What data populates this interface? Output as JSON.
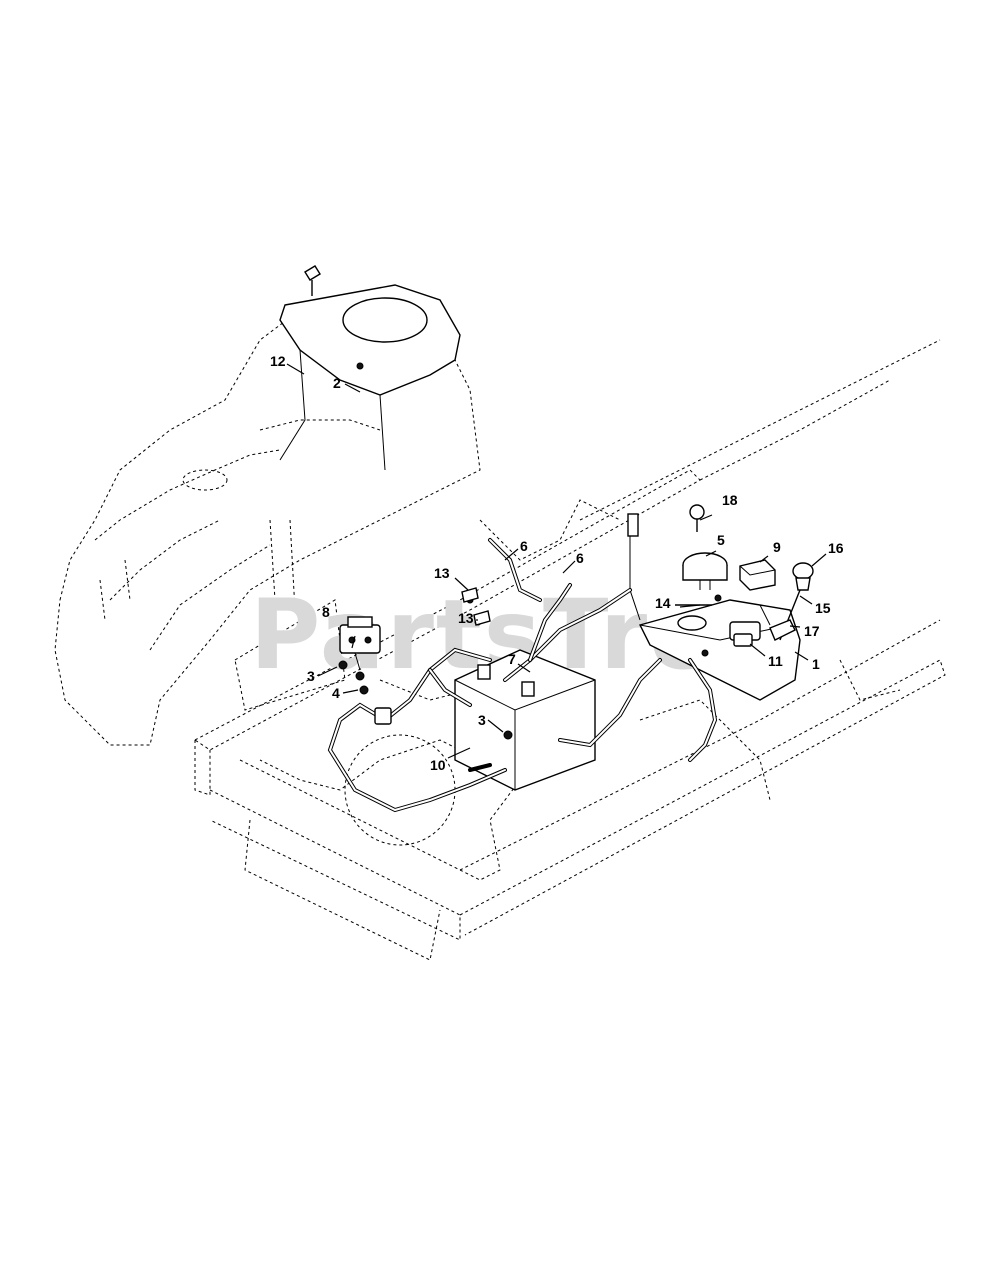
{
  "watermark": "PartsTree",
  "callouts": [
    {
      "id": "c12",
      "label": "12"
    },
    {
      "id": "c2",
      "label": "2"
    },
    {
      "id": "c18",
      "label": "18"
    },
    {
      "id": "c5",
      "label": "5"
    },
    {
      "id": "c9",
      "label": "9"
    },
    {
      "id": "c16",
      "label": "16"
    },
    {
      "id": "c6a",
      "label": "6"
    },
    {
      "id": "c6b",
      "label": "6"
    },
    {
      "id": "c13a",
      "label": "13"
    },
    {
      "id": "c13b",
      "label": "13"
    },
    {
      "id": "c14",
      "label": "14"
    },
    {
      "id": "c15",
      "label": "15"
    },
    {
      "id": "c17",
      "label": "17"
    },
    {
      "id": "c8",
      "label": "8"
    },
    {
      "id": "c7",
      "label": "7"
    },
    {
      "id": "c11",
      "label": "11"
    },
    {
      "id": "c1",
      "label": "1"
    },
    {
      "id": "c3a",
      "label": "3"
    },
    {
      "id": "c4",
      "label": "4"
    },
    {
      "id": "c3b",
      "label": "3"
    },
    {
      "id": "c10",
      "label": "10"
    }
  ]
}
